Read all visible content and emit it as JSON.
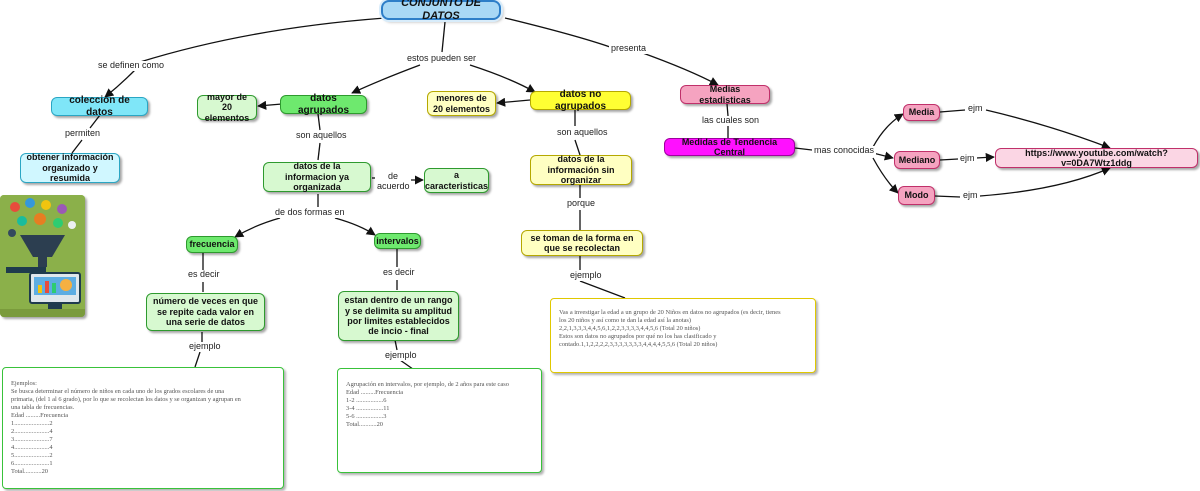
{
  "root": "CONJUNTO DE DATOS",
  "nodes": {
    "coleccion": "colección de datos",
    "obtener": "obtener información organizado y resumida",
    "agrupados": "datos agrupados",
    "mayor20": "mayor de 20 elementos",
    "info_organizada": "datos de la informacion ya organizada",
    "caracteristicas": "a caracteristicas",
    "frecuencia": "frecuencia",
    "intervalos": "intervalos",
    "numero_veces": "número de veces en que se repite cada valor en una serie de datos",
    "rango": "estan dentro de un rango y se delimita su amplitud por limites establecidos de incio - final",
    "no_agrupados": "datos no agrupados",
    "menores20": "menores de 20 elementos",
    "info_sin_org": "datos de la información sin organizar",
    "se_toman": "se toman de la forma en que se recolectan",
    "medidas_est": "Medias estadisticas",
    "tendencia": "Medidas de Tendencia Central",
    "media": "Media",
    "mediana": "Mediano",
    "moda": "Modo",
    "url": "https://www.youtube.com/watch?v=0DA7Wtz1ddg"
  },
  "labels": {
    "se_definen": "se definen como",
    "pueden_ser": "estos pueden ser",
    "presenta": "presenta",
    "permiten": "permiten",
    "son_aquellos_1": "son aquellos",
    "de_acuerdo": "de acuerdo",
    "de_dos_formas": "de dos formas en",
    "es_decir_1": "es decir",
    "es_decir_2": "es decir",
    "ejemplo_1": "ejemplo",
    "ejemplo_2": "ejemplo",
    "son_aquellos_2": "son aquellos",
    "porque": "porque",
    "ejemplo_3": "ejemplo",
    "las_cuales": "las cuales son",
    "mas_conocidas": "mas conocidas",
    "ejm_1": "ejm",
    "ejm_2": "ejm",
    "ejm_3": "ejm"
  },
  "notes": {
    "ejemplo_frecuencia": [
      "Ejemplos:",
      "Se busca determinar el número de niños en cada uno de los grados escolares de una",
      "primaria, (del 1 al 6 grado), por lo que se recolectan los datos y se organizan y agrupan en",
      "una tabla de frecuencias.",
      "",
      "Edad .........Frecuencia",
      "1......................2",
      "2......................4",
      "3......................7",
      "4......................4",
      "5......................2",
      "6......................1",
      "Total...........20"
    ],
    "ejemplo_intervalos": [
      "Agrupación en intervalos, por ejemplo, de 2 años para este caso",
      "",
      "Edad .........Frecuencia",
      "1-2 .................6",
      "3-4 .................11",
      "5-6 .................3",
      "Total...........20"
    ],
    "ejemplo_no_agrupados": [
      "Vas a investigar la edad a un grupo de 20 Niños en datos no agrupados (es decir, tienes",
      "los 20 niños y así como te dan la edad así la anotas)",
      "",
      "2,2,1,3,3,3,4,4,5,6,1,2,2,3,3,3,3,4,4,5,6 (Total 20 niños)",
      "",
      "Estos son datos no agrupados por qué no los has clasificado y",
      "contado.1,1,2,2,2,2,3,3,3,3,3,3,3,4,4,4,4,5,5,6 (Total 20 niños)"
    ]
  },
  "colors": {
    "root": "#a8d8f5",
    "blue": "#7fe6f8",
    "green": "#6ee96e",
    "yellow": "#ffff33",
    "pink": "#f5a3c0",
    "magenta": "#ff10ff",
    "edge": "#111111"
  }
}
